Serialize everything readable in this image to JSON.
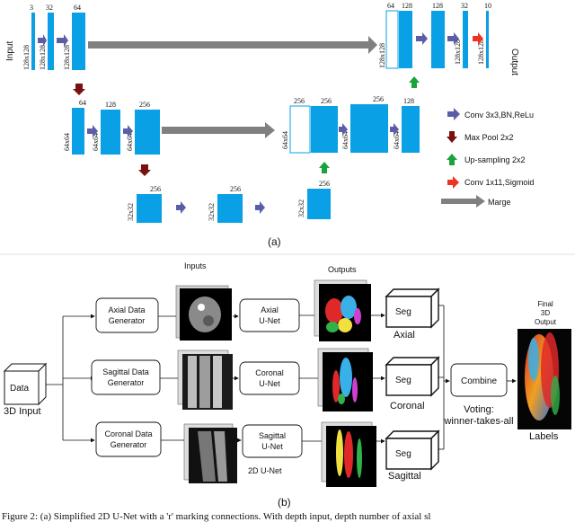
{
  "colors": {
    "block": "#0aa0e6",
    "conv_arrow": "#5b5ea6",
    "maxpool_arrow": "#7a1010",
    "upsample_arrow": "#1aa33a",
    "sigmoid_arrow": "#ee3322",
    "merge_arrow": "#808080"
  },
  "part_a": {
    "input_label": "Input",
    "output_label": "Output",
    "sub_label": "(a)",
    "encoder1": {
      "c1": "3",
      "c2": "32",
      "c3": "64",
      "size1": "128x128",
      "size2": "128x128",
      "size3": "128x128"
    },
    "encoder2": {
      "c1": "64",
      "c2": "128",
      "c3": "256",
      "size1": "64x64",
      "size2": "64x64",
      "size3": "64x64"
    },
    "bottom": {
      "c1": "256",
      "c2": "256",
      "size1": "32x32",
      "size2": "32x32",
      "size3": "32x32",
      "c_up": "256"
    },
    "decoder2": {
      "c1": "256",
      "c2": "256",
      "c3": "256",
      "c4": "128",
      "size1": "64x64",
      "size2": "64x64",
      "size3": "64x64"
    },
    "decoder1": {
      "c1": "64",
      "c2": "128",
      "c3": "128",
      "c4": "32",
      "c5": "10",
      "size1": "128x128",
      "size2": "128x128",
      "size3": "128x128"
    },
    "legend": [
      {
        "icon": "conv-arrow-icon",
        "label": "Conv 3x3,BN,ReLu"
      },
      {
        "icon": "maxpool-arrow-icon",
        "label": "Max Pool 2x2"
      },
      {
        "icon": "upsampling-arrow-icon",
        "label": "Up-sampling 2x2"
      },
      {
        "icon": "sigmoid-arrow-icon",
        "label": "Conv 1x11,Sigmoid"
      },
      {
        "icon": "merge-arrow-icon",
        "label": "Marge"
      }
    ]
  },
  "part_b": {
    "inputs_label": "Inputs",
    "outputs_label": "Outputs",
    "data_label": "Data",
    "input_3d_label": "3D Input",
    "generators": [
      "Axial Data\nGenerator",
      "Sagittal Data\nGenerator",
      "Coronal Data\nGenerator"
    ],
    "unets": [
      "Axial\nU-Net",
      "Coronal\nU-Net",
      "Sagittal\nU-Net"
    ],
    "unet_group_label": "2D U-Net",
    "seg_label": "Seg",
    "views": [
      "Axial",
      "Coronal",
      "Sagittal"
    ],
    "combine_label": "Combine",
    "voting_label": "Voting:\nwinner-takes-all",
    "final_label": "Final\n3D\nOutput",
    "labels_label": "Labels",
    "sub_label": "(b)"
  },
  "caption": "Figure 2: (a) Simplified 2D U-Net with a 'r' marking connections. With depth input, depth number of axial sl"
}
